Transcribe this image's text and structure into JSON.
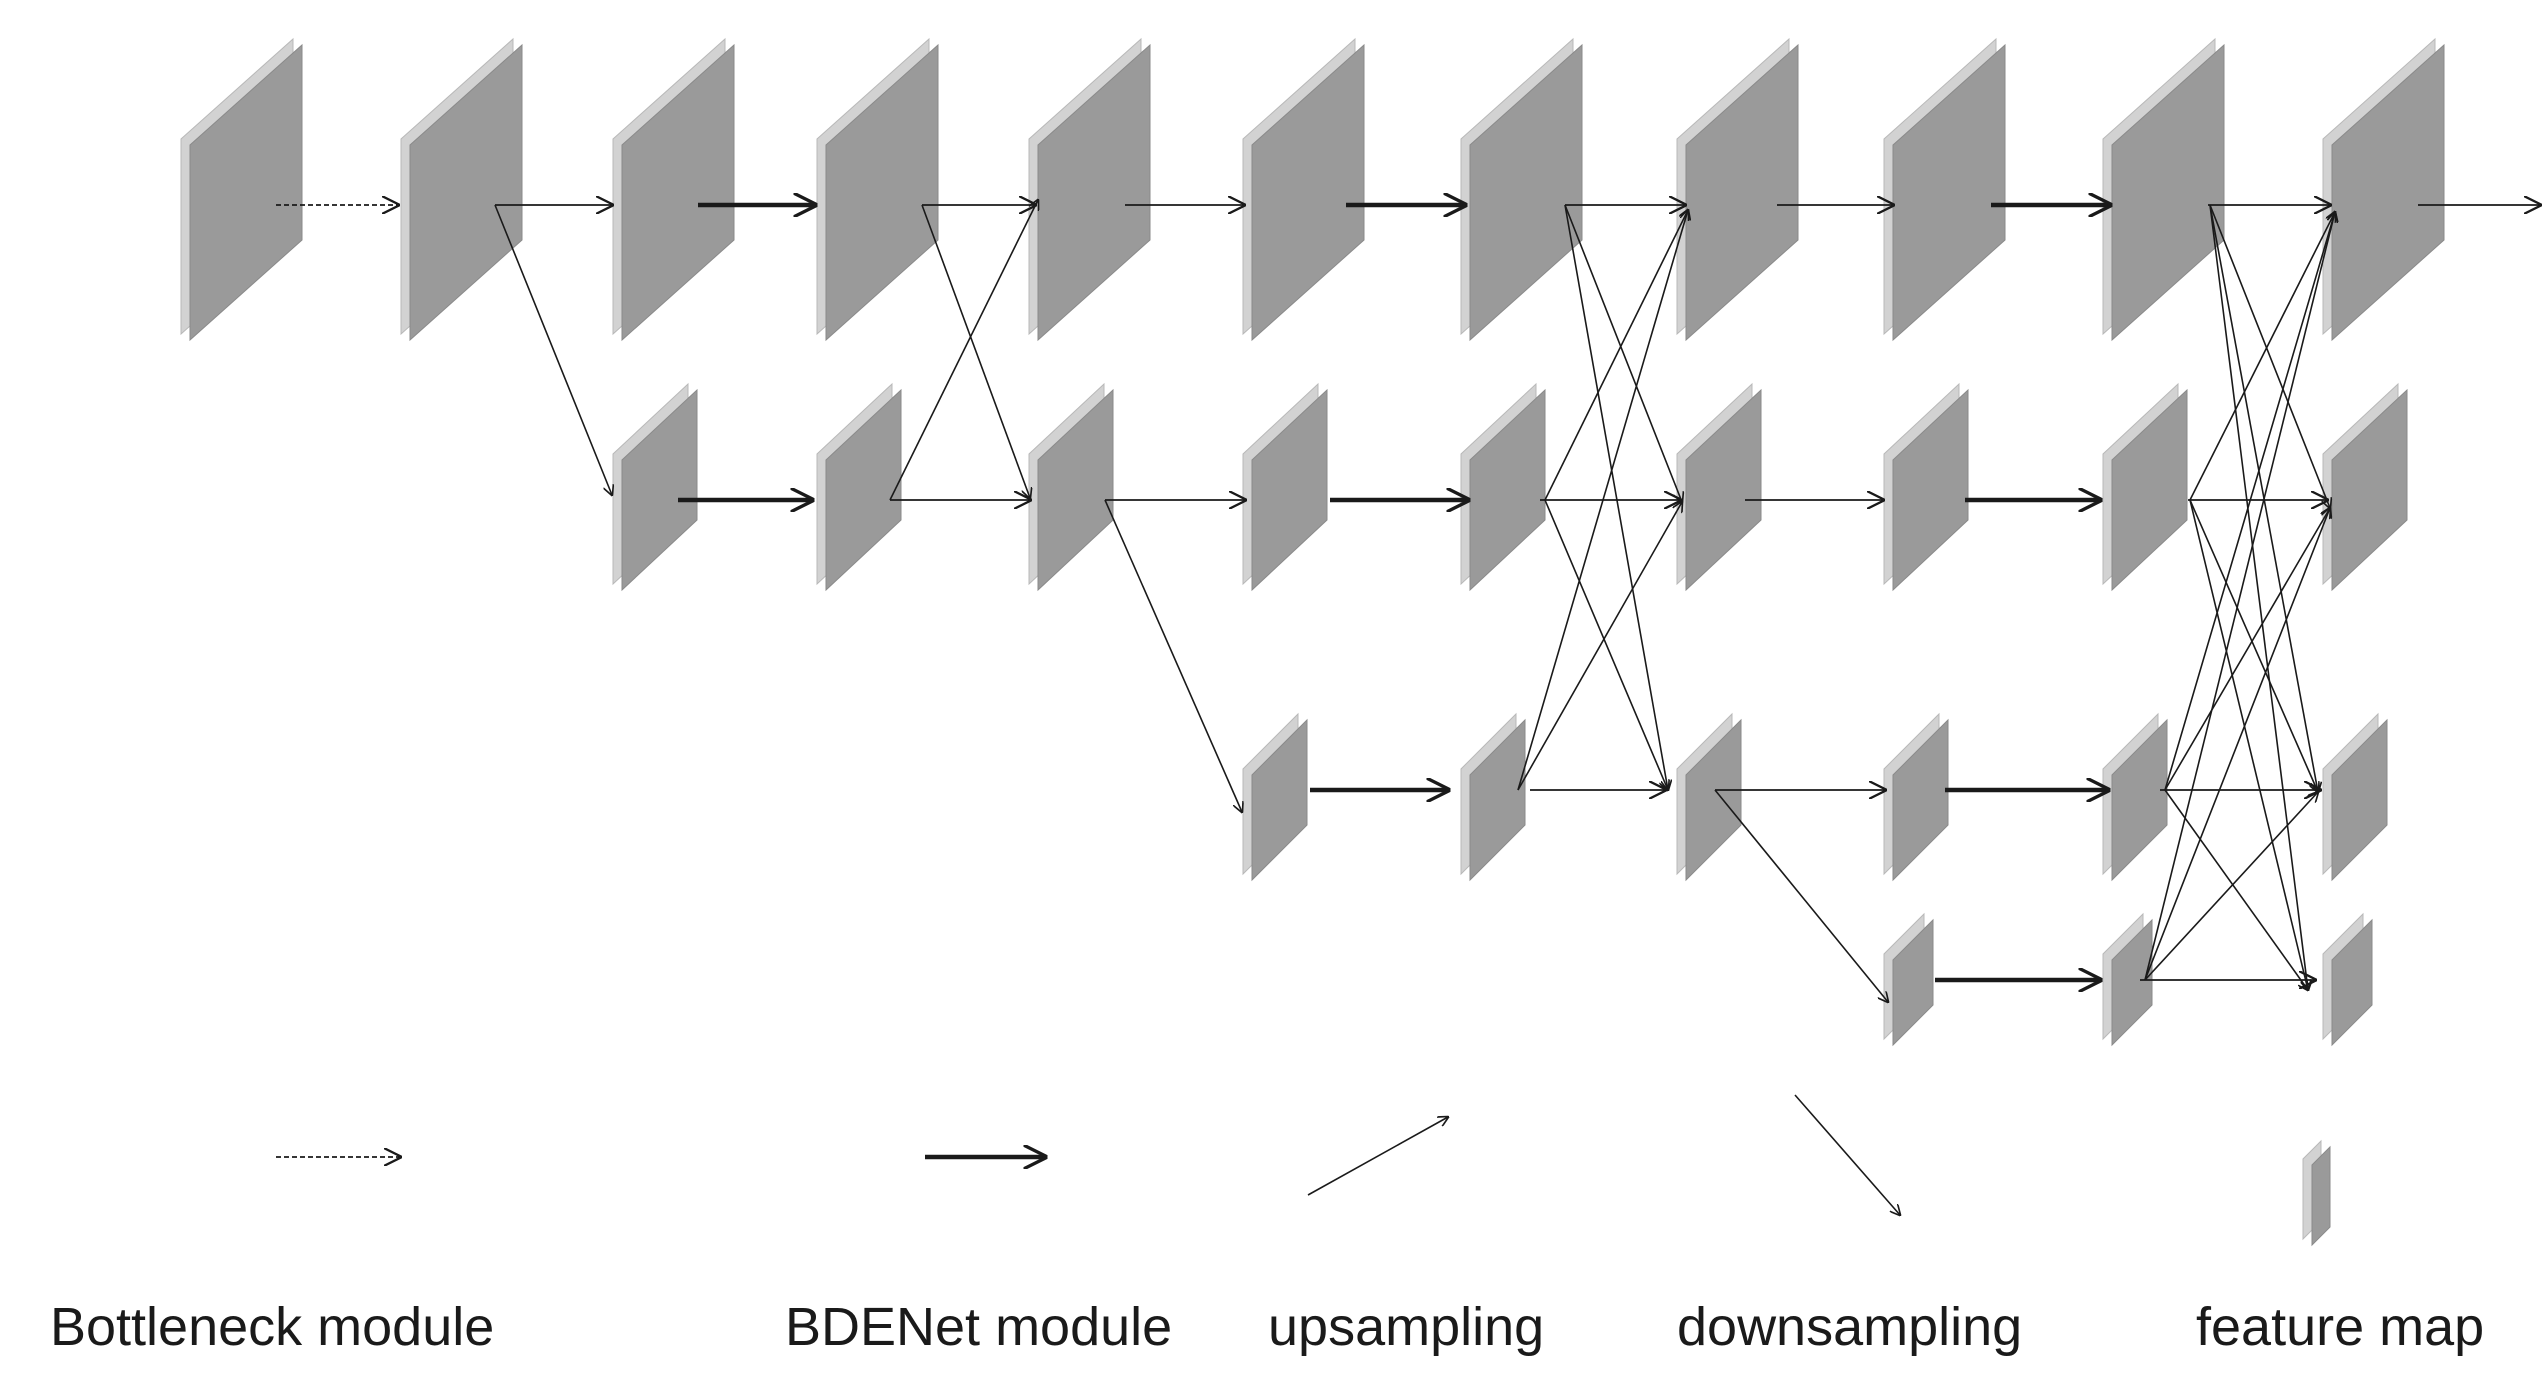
{
  "legend": {
    "bottleneck": "Bottleneck module",
    "bdenet": "BDENet module",
    "upsampling": "upsampling",
    "downsampling": "downsampling",
    "feature_map": "feature map"
  },
  "colors": {
    "map_front": "#9a9a9a",
    "map_side": "#d2d2d2",
    "map_edge": "#b8b8b8",
    "arrow": "#1a1a1a",
    "text": "#1a1a1a"
  }
}
